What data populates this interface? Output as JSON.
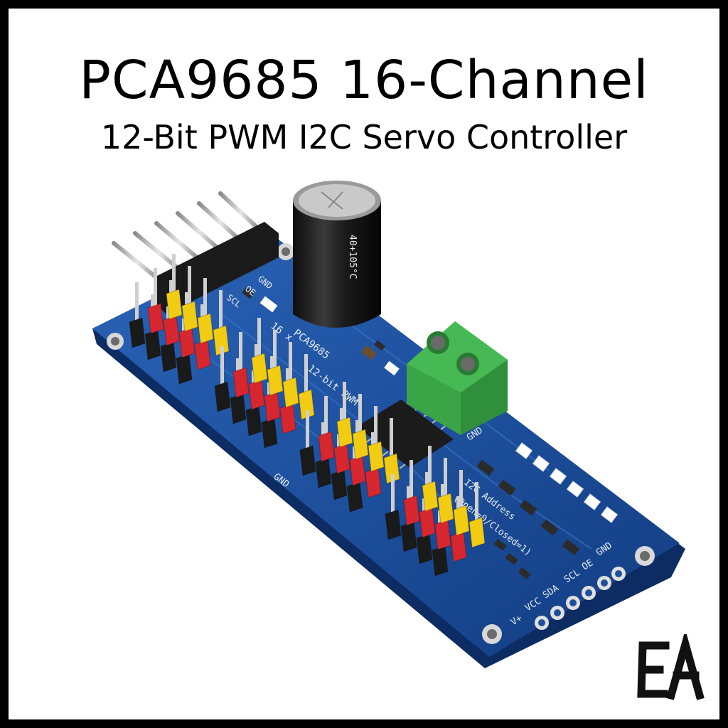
{
  "title": "PCA9685 16-Channel",
  "subtitle": "12-Bit PWM I2C Servo Controller",
  "logo_text": "EA",
  "board": {
    "chip_label": "PCA9685",
    "pwm_label_1": "16 x",
    "pwm_label_2": "12-bit PWM",
    "addr_label": "I2C Address",
    "addr_sub": "(Open=0/Closed=1)",
    "capacitor_text": "40+105°C",
    "pins_right": [
      "GND",
      "OE",
      "SCL",
      "SDA",
      "VCC",
      "V+"
    ],
    "pins_top": [
      "GND",
      "OE",
      "SCL"
    ],
    "terminal_label": "GND",
    "gnd_side": "GND"
  },
  "colors": {
    "pcb": "#1d4f9c",
    "header_red": "#d8262e",
    "header_yellow": "#f2cc12",
    "header_black": "#1a1a1a",
    "terminal_green": "#3fae4a"
  }
}
